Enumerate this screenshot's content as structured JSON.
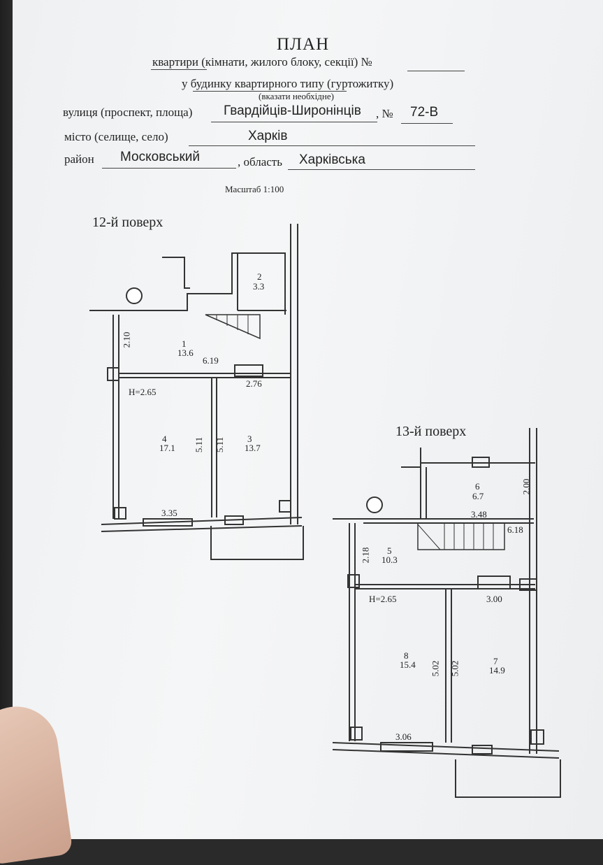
{
  "header": {
    "title": "ПЛАН",
    "line1": "квартири (кімнати, жилого блоку, секції) №",
    "line2": "у будинку квартирного типу (гуртожитку)",
    "line2_note": "(вказати необхідне)",
    "street_label": "вулиця (проспект, площа)",
    "street_value": "Гвардійців-Широнінців",
    "number_label": ", №",
    "number_value": "72-В",
    "city_label": "місто (селище, село)",
    "city_value": "Харків",
    "district_label": "район",
    "district_value": "Московський",
    "region_label": ", область",
    "region_value": "Харківська",
    "scale": "Масштаб 1:100"
  },
  "floor12": {
    "title": "12-й поверх",
    "rooms": [
      {
        "num": "1",
        "area": "13.6"
      },
      {
        "num": "2",
        "area": "3.3"
      },
      {
        "num": "3",
        "area": "13.7"
      },
      {
        "num": "4",
        "area": "17.1"
      }
    ],
    "dims": {
      "d1": "2.10",
      "d2": "6.19",
      "d3": "2.76",
      "d4": "5.11",
      "d5": "5.11",
      "d6": "3.35"
    },
    "height": "Н=2.65"
  },
  "floor13": {
    "title": "13-й поверх",
    "rooms": [
      {
        "num": "5",
        "area": "10.3"
      },
      {
        "num": "6",
        "area": "6.7"
      },
      {
        "num": "7",
        "area": "14.9"
      },
      {
        "num": "8",
        "area": "15.4"
      }
    ],
    "dims": {
      "d1": "2.00",
      "d2": "3.48",
      "d3": "6.18",
      "d4": "2.18",
      "d5": "3.00",
      "d6": "5.02",
      "d7": "5.02",
      "d8": "3.06"
    },
    "height": "Н=2.65"
  }
}
